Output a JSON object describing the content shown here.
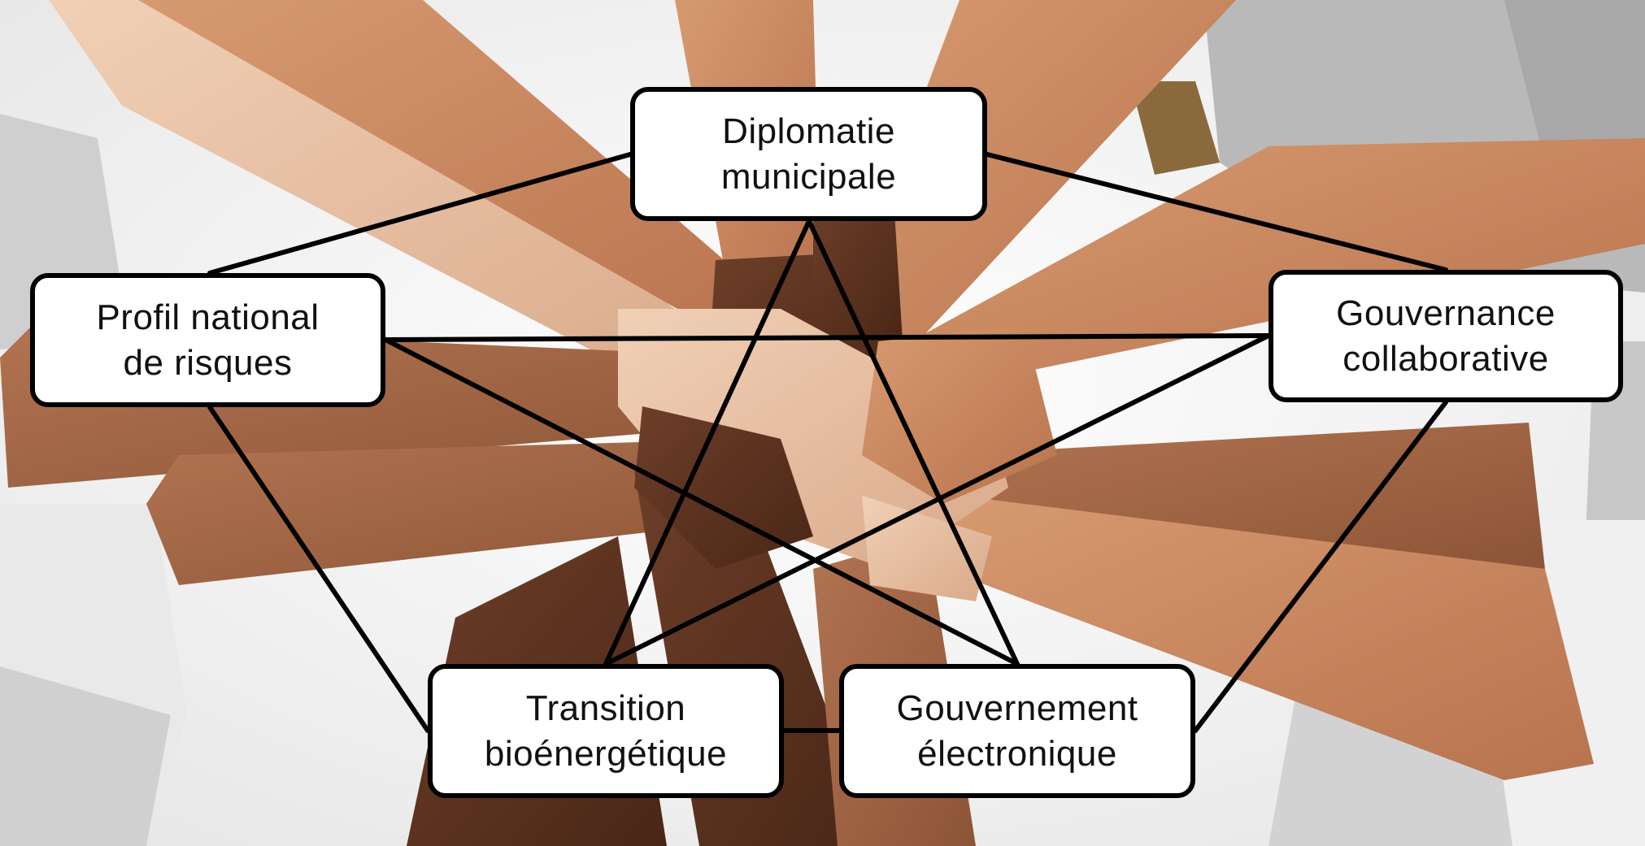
{
  "diagram": {
    "nodes": [
      {
        "id": "diplomatie",
        "label": "Diplomatie\nmunicipale"
      },
      {
        "id": "profil",
        "label": "Profil national\nde risques"
      },
      {
        "id": "gouvernance",
        "label": "Gouvernance\ncollaborative"
      },
      {
        "id": "transition",
        "label": "Transition\nbioénergétique"
      },
      {
        "id": "gouvernement",
        "label": "Gouvernement\nélectronique"
      }
    ],
    "edges": [
      [
        "diplomatie",
        "profil"
      ],
      [
        "diplomatie",
        "gouvernance"
      ],
      [
        "diplomatie",
        "transition"
      ],
      [
        "diplomatie",
        "gouvernement"
      ],
      [
        "profil",
        "gouvernance"
      ],
      [
        "profil",
        "transition"
      ],
      [
        "profil",
        "gouvernement"
      ],
      [
        "gouvernance",
        "transition"
      ],
      [
        "gouvernance",
        "gouvernement"
      ],
      [
        "transition",
        "gouvernement"
      ]
    ],
    "colors": {
      "box_fill": "#ffffff",
      "box_border": "#000000",
      "edge": "#000000",
      "text": "#111111"
    },
    "background_image": "stacked-hands-photo"
  }
}
